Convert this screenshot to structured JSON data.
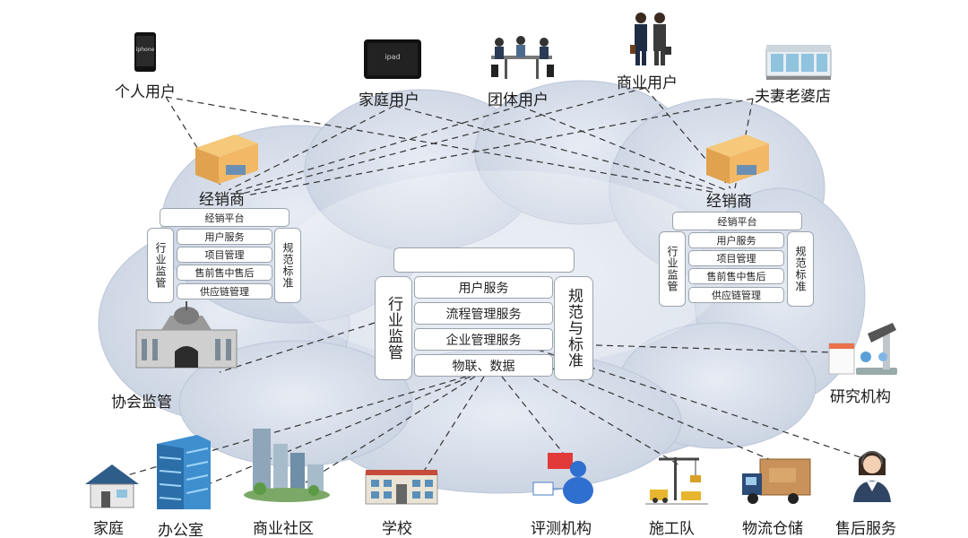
{
  "top_users": [
    "个人用户",
    "家庭用户",
    "团体用户",
    "商业用户",
    "夫妻老婆店"
  ],
  "device_labels": {
    "phone": "iphone",
    "tablet": "ipad"
  },
  "left_dealer": {
    "title": "经销商",
    "platform": "经销平台",
    "services": [
      "用户服务",
      "项目管理",
      "售前售中售后",
      "供应链管理"
    ],
    "left_side": "行业监管",
    "right_side": "规范标准"
  },
  "right_dealer": {
    "title": "经销商",
    "platform": "经销平台",
    "services": [
      "用户服务",
      "项目管理",
      "售前售中售后",
      "供应链管理"
    ],
    "left_side": "行业监管",
    "right_side": "规范标准"
  },
  "center": {
    "header": "",
    "services": [
      "用户服务",
      "流程管理服务",
      "企业管理服务",
      "物联、数据"
    ],
    "left_side": "行业监管",
    "right_side": "规范与标准"
  },
  "side_nodes": {
    "association": "协会监管",
    "research": "研究机构"
  },
  "bottom_nodes": [
    "家庭",
    "办公室",
    "商业社区",
    "学校",
    "评测机构",
    "施工队",
    "物流仓储",
    "售后服务"
  ],
  "colors": {
    "cloud": "#d3dbe8",
    "cloud_edge": "#b8c3d6",
    "box_border": "#9aa3ad",
    "dash": "#333333"
  }
}
